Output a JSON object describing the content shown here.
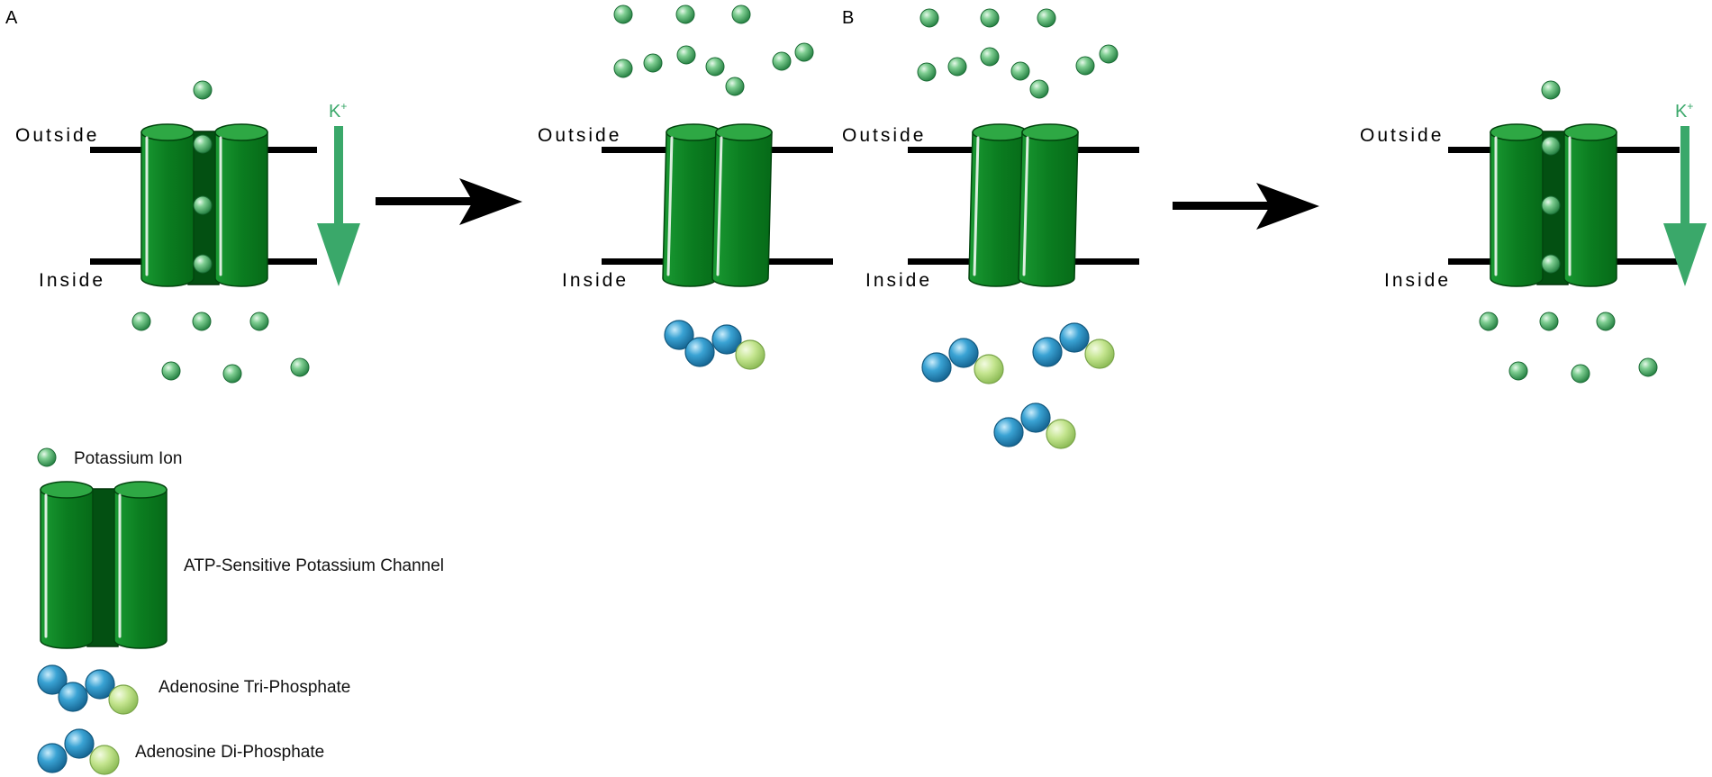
{
  "panels": [
    {
      "label": "A",
      "outside_label": "Outside",
      "inside_label": "Inside",
      "flux_label": "K",
      "flux_superscript": "+"
    },
    {
      "label": "",
      "outside_label": "Outside",
      "inside_label": "Inside"
    },
    {
      "label": "B",
      "outside_label": "Outside",
      "inside_label": "Inside"
    },
    {
      "label": "",
      "outside_label": "Outside",
      "inside_label": "Inside",
      "flux_label": "K",
      "flux_superscript": "+"
    }
  ],
  "legend": {
    "potassium_ion": "Potassium Ion",
    "channel": "ATP-Sensitive Potassium Channel",
    "atp": "Adenosine Tri-Phosphate",
    "adp": "Adenosine Di-Phosphate"
  },
  "colors": {
    "channel_green": "#0a7a1f",
    "channel_dark": "#035012",
    "potassium_ion": "#4fae6a",
    "phosphate_blue": "#2f8fbf",
    "phosphate_lime": "#b6dc7a",
    "arrow_k": "#3aa86a",
    "membrane": "#000000"
  },
  "icons": [
    "potassium-ion-icon",
    "channel-icon",
    "atp-icon",
    "adp-icon",
    "right-arrow-icon",
    "down-arrow-icon"
  ]
}
